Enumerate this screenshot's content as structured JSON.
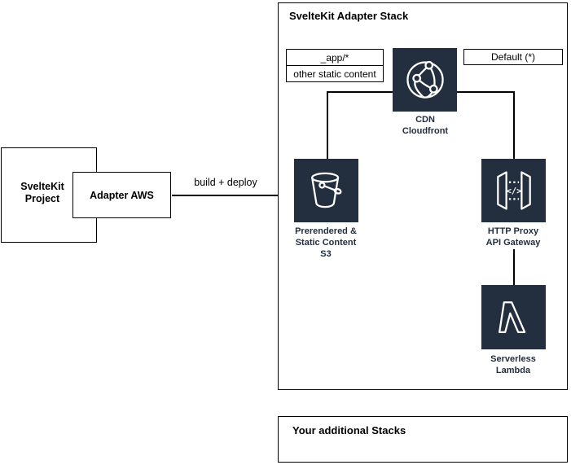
{
  "project": {
    "label": "SvelteKit Project"
  },
  "adapter": {
    "label": "Adapter AWS"
  },
  "build_deploy": {
    "label": "build + deploy"
  },
  "stack": {
    "title": "SvelteKit Adapter Stack",
    "labels": {
      "app": "_app/*",
      "other_static": "other static content",
      "default": "Default (*)"
    },
    "nodes": {
      "cloudfront": {
        "caption": [
          "CDN",
          "Cloudfront"
        ]
      },
      "s3": {
        "caption": [
          "Prerendered &",
          "Static Content",
          "S3"
        ]
      },
      "api_gateway": {
        "caption": [
          "HTTP Proxy",
          "API Gateway"
        ]
      },
      "lambda": {
        "caption": [
          "Serverless",
          "Lambda"
        ]
      }
    }
  },
  "additional": {
    "label": "Your additional Stacks"
  },
  "colors": {
    "node_background": "#232f3e",
    "caption_text": "#232f3e",
    "connector": "#000000"
  }
}
